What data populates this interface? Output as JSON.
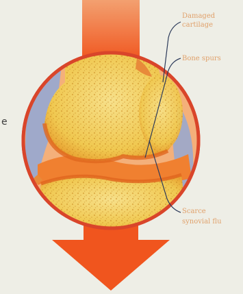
{
  "labels": {
    "damaged_cartilage_line1": "Damaged",
    "damaged_cartilage_line2": "cartilage",
    "bone_spurs": "Bone spurs",
    "scarce_synovial_line1": "Scarce",
    "scarce_synovial_line2": "synovial flu",
    "left_fragment": "e"
  },
  "colors": {
    "background": "#eeeee6",
    "arrow": "#f0551e",
    "circle_border": "#d9452a",
    "bone_fill": "#f2d56a",
    "cartilage_blue": "#8fa8d8",
    "inflamed_orange": "#f08030",
    "label_text": "#e0a06a",
    "leader_line": "#2c3a5a"
  }
}
